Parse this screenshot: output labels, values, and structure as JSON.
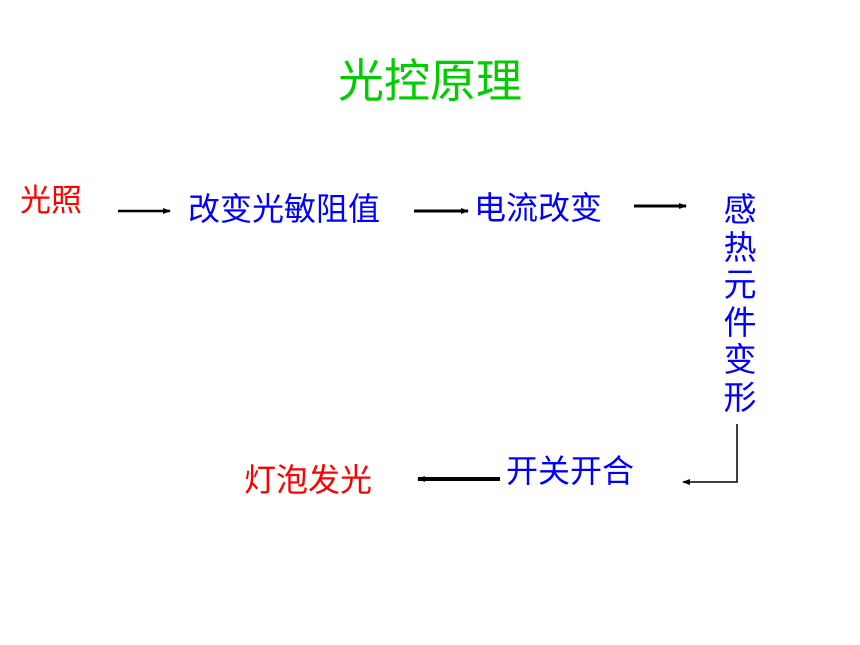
{
  "title": "光控原理",
  "colors": {
    "title": "#00cc00",
    "start_end": "#ff0000",
    "step": "#0000ff",
    "arrow": "#000000"
  },
  "steps": [
    {
      "label": "光照"
    },
    {
      "label": "改变光敏阻值"
    },
    {
      "label": "电流改变"
    },
    {
      "label": "感热元件变形"
    },
    {
      "label": "开关开合"
    },
    {
      "label": "灯泡发光"
    }
  ]
}
